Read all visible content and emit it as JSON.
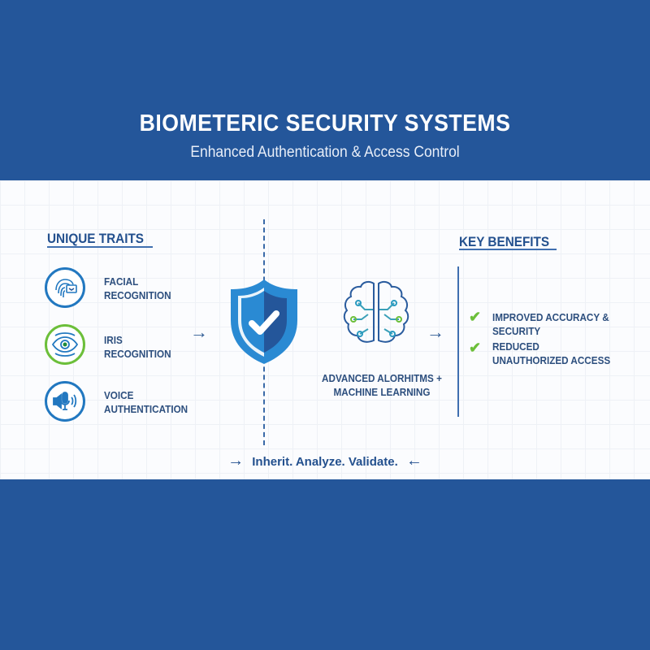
{
  "header": {
    "title": "BIOMETERIC SECURITY SYSTEMS",
    "subtitle": "Enhanced Authentication & Access Control"
  },
  "traits": {
    "heading": "UNIQUE TRAITS",
    "items": [
      {
        "line1": "FACIAL",
        "line2": "RECOGNITION",
        "icon": "fingerprint-face-icon"
      },
      {
        "line1": "IRIS",
        "line2": "RECOGNITION",
        "icon": "eye-icon"
      },
      {
        "line1": "VOICE",
        "line2": "AUTHENTICATION",
        "icon": "microphone-icon"
      }
    ]
  },
  "center": {
    "line1": "ADVANCED ALORHITMS +",
    "line2": "MACHINE LEARNING"
  },
  "benefits": {
    "heading": "KEY BENEFITS",
    "items": [
      {
        "line1": "IMPROVED ACCURACY & SECURITY",
        "line2": ""
      },
      {
        "line1": "REDUCED",
        "line2": "UNAUTHORIZED ACCESS"
      }
    ]
  },
  "footer": {
    "tagline": "Inherit. Analyze. Validate."
  },
  "colors": {
    "primary": "#24569a",
    "accent": "#2278c0",
    "green": "#6cbf3a"
  }
}
